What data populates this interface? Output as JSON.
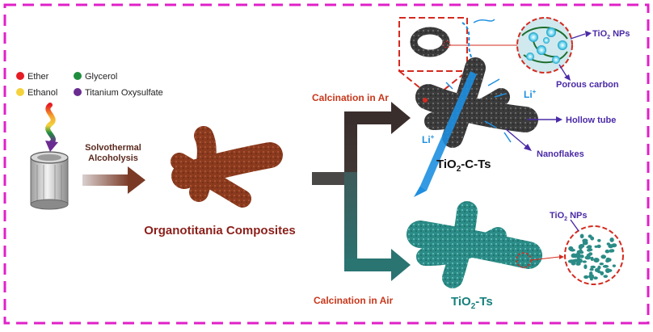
{
  "legend": {
    "items": [
      {
        "label": "Ether",
        "color": "#e51c23"
      },
      {
        "label": "Glycerol",
        "color": "#1e8e3e"
      },
      {
        "label": "Ethanol",
        "color": "#f4d23c"
      },
      {
        "label": "Titanium Oxysulfate",
        "color": "#6a2c91"
      }
    ]
  },
  "labels": {
    "solvothermal_1": "Solvothermal",
    "solvothermal_2": "Alcoholysis",
    "organotitania": "Organotitania Composites",
    "calcination_ar": "Calcination in Ar",
    "calcination_air": "Calcination in Air",
    "tio2_nps_top": "TiO",
    "tio2_nps_top_sub": "2",
    "tio2_nps_top_suffix": " NPs",
    "porous_carbon": "Porous carbon",
    "hollow_tube": "Hollow tube",
    "nanoflakes": "Nanoflakes",
    "li_right": "Li",
    "li_left": "Li",
    "li_sup": "+",
    "product_c_pre": "TiO",
    "product_c_sub": "2",
    "product_c_suffix": "-C-Ts",
    "product_air_pre": "TiO",
    "product_air_sub": "2",
    "product_air_suffix": "-Ts",
    "tio2_nps_bottom": "TiO",
    "tio2_nps_bottom_sub": "2",
    "tio2_nps_bottom_suffix": " NPs"
  },
  "colors": {
    "frame": "#e020c8",
    "organo": "#8b3a1e",
    "ar_arrow": "#3f3431",
    "air_arrow": "#2a6f6d",
    "label_red": "#c8381c",
    "label_teal": "#17807c",
    "annot_purple": "#4b2aa6",
    "carbon_gray": "#3d3d3d",
    "tio2_teal": "#2b8b86",
    "li_blue": "#1e8fe0"
  }
}
